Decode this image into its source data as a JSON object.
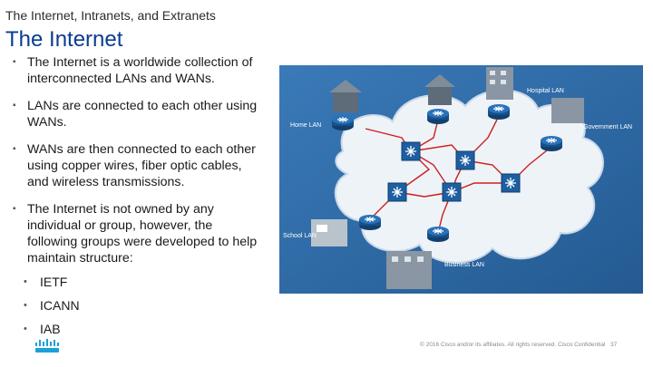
{
  "header": {
    "section_title": "The Internet, Intranets, and Extranets",
    "slide_title": "The Internet"
  },
  "bullets": [
    "The Internet is a worldwide collection of interconnected LANs and WANs.",
    "LANs are connected to each other using WANs.",
    "WANs are then connected to each other using copper wires, fiber optic cables, and wireless transmissions.",
    "The Internet is not owned by any individual or group, however, the following groups were developed to help maintain structure:"
  ],
  "sub_bullets": [
    "IETF",
    "ICANN",
    "IAB"
  ],
  "diagram": {
    "labels": {
      "home_lan": "Home LAN",
      "hospital_lan": "Hospital LAN",
      "government_lan": "Government LAN",
      "school_lan": "School LAN",
      "business_lan": "Business LAN"
    },
    "colors": {
      "background": "#2f6ca8",
      "cloud": "#eef3f8",
      "router": "#1e5fa0",
      "link": "#cc1f1f"
    }
  },
  "footer": {
    "logo": "cisco-logo",
    "copyright": "© 2016  Cisco and/or its affiliates. All rights reserved.   Cisco Confidential",
    "page_number": "37"
  }
}
